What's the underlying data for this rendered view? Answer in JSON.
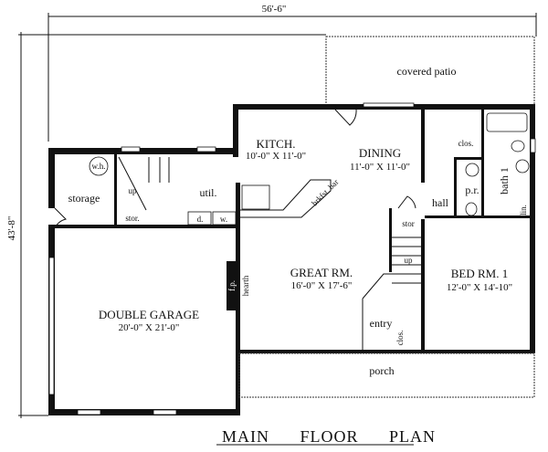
{
  "title": "MAIN FLOOR PLAN",
  "dimensions": {
    "width": "56'-6\"",
    "depth": "43'-8\""
  },
  "rooms": {
    "covered_patio": "covered patio",
    "kitchen": {
      "name": "KITCH.",
      "size": "10'-0\" X 11'-0\""
    },
    "dining": {
      "name": "DINING",
      "size": "11'-0\" X 11'-0\""
    },
    "great_room": {
      "name": "GREAT RM.",
      "size": "16'-0\" X 17'-6\""
    },
    "bedroom": {
      "name": "BED RM. 1",
      "size": "12'-0\" X 14'-10\""
    },
    "garage": {
      "name": "DOUBLE GARAGE",
      "size": "20'-0\" X 21'-0\""
    },
    "storage": "storage",
    "utility": "util.",
    "water_heater": "w.h.",
    "stair_up_1": "up",
    "stor_1": "stor.",
    "dryer": "d.",
    "washer": "w.",
    "closet_bed": "clos.",
    "bath": "bath 1",
    "powder_room": "p.r.",
    "hall": "hall",
    "linen": "lin.",
    "stor_2": "stor",
    "stair_up_2": "up",
    "fireplace": "f.p.",
    "hearth": "hearth",
    "entry": "entry",
    "closet_entry": "clos.",
    "porch": "porch",
    "breakfast_bar": "brkfst. bar"
  }
}
